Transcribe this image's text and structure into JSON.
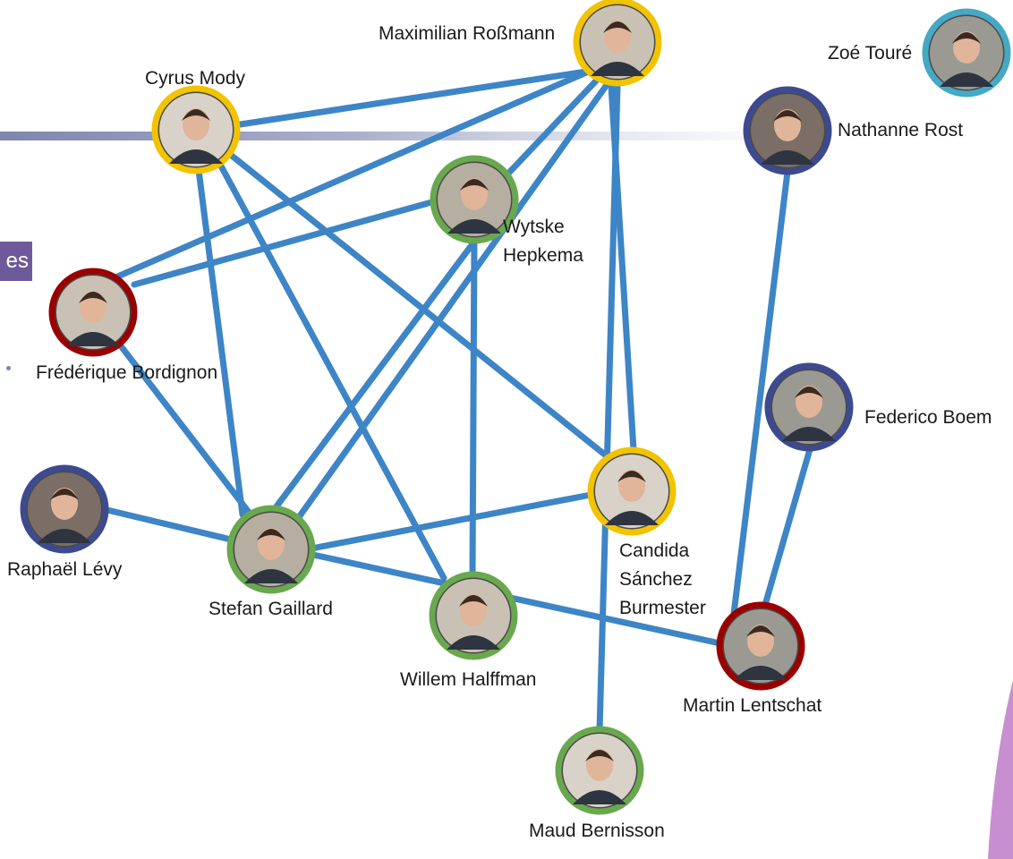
{
  "slide": {
    "heading_fragment": "es"
  },
  "colors": {
    "edge": "#3d85c6",
    "ring_yellow": "#f2c300",
    "ring_green": "#6aa84f",
    "ring_red": "#990000",
    "ring_navy": "#3d4a8f",
    "ring_teal": "#45a9c4"
  },
  "people": [
    {
      "id": "maximilian",
      "name": "Maximilian Roßmann",
      "ring": "yellow"
    },
    {
      "id": "zoe",
      "name": "Zoé Touré",
      "ring": "teal"
    },
    {
      "id": "cyrus",
      "name": "Cyrus Mody",
      "ring": "yellow"
    },
    {
      "id": "nathanne",
      "name": "Nathanne Rost",
      "ring": "navy"
    },
    {
      "id": "wytske",
      "name": "Wytske\nHepkema",
      "ring": "green"
    },
    {
      "id": "frederique",
      "name": "Frédérique Bordignon",
      "ring": "red"
    },
    {
      "id": "federico",
      "name": "Federico Boem",
      "ring": "navy"
    },
    {
      "id": "candida",
      "name": "Candida\nSánchez\nBurmester",
      "ring": "yellow"
    },
    {
      "id": "raphael",
      "name": "Raphaël Lévy",
      "ring": "navy"
    },
    {
      "id": "stefan",
      "name": "Stefan Gaillard",
      "ring": "green"
    },
    {
      "id": "willem",
      "name": "Willem Halffman",
      "ring": "green"
    },
    {
      "id": "martin",
      "name": "Martin Lentschat",
      "ring": "red"
    },
    {
      "id": "maud",
      "name": "Maud Bernisson",
      "ring": "green"
    }
  ],
  "connections": [
    [
      "cyrus",
      "maximilian"
    ],
    [
      "frederique",
      "maximilian"
    ],
    [
      "frederique",
      "wytske"
    ],
    [
      "wytske",
      "maximilian"
    ],
    [
      "stefan",
      "maximilian"
    ],
    [
      "stefan",
      "wytske"
    ],
    [
      "cyrus",
      "stefan"
    ],
    [
      "cyrus",
      "willem"
    ],
    [
      "cyrus",
      "candida"
    ],
    [
      "frederique",
      "stefan"
    ],
    [
      "raphael",
      "stefan"
    ],
    [
      "stefan",
      "candida"
    ],
    [
      "stefan",
      "martin"
    ],
    [
      "willem",
      "wytske"
    ],
    [
      "candida",
      "maximilian"
    ],
    [
      "maud",
      "maximilian"
    ],
    [
      "martin",
      "nathanne"
    ],
    [
      "martin",
      "federico"
    ]
  ]
}
